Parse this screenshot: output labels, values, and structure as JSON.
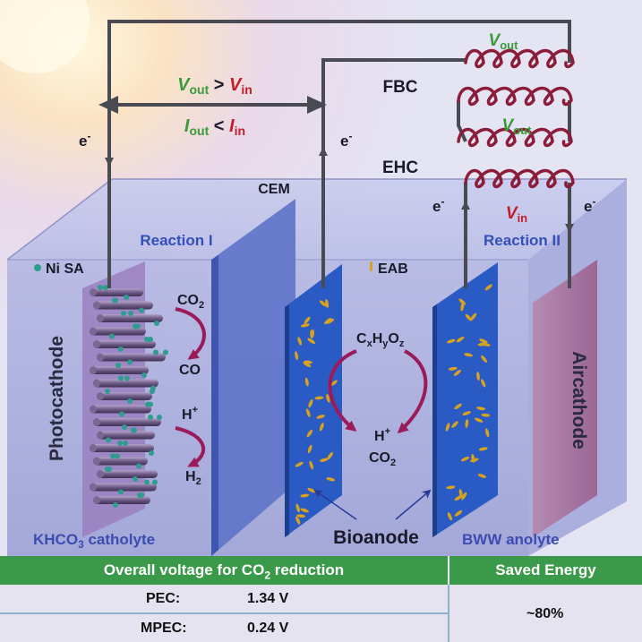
{
  "labels": {
    "v_out": "V",
    "v_out_sub": "out",
    "v_in": "V",
    "v_in_sub": "in",
    "i_out": "I",
    "i_out_sub": "out",
    "i_in": "I",
    "i_in_sub": "in",
    "gt": " > ",
    "lt": " < ",
    "electron": "e",
    "electron_sup": "-",
    "fbc": "FBC",
    "ehc": "EHC",
    "cem": "CEM",
    "reaction_1": "Reaction I",
    "reaction_2": "Reaction II",
    "ni_sa": "Ni SA",
    "eab": "EAB",
    "photocathode": "Photocathode",
    "aircathode": "Aircathode",
    "bioanode": "Bioanode",
    "co2": "CO",
    "co2_sub": "2",
    "co": "CO",
    "h_plus": "H",
    "h_plus_sup": "+",
    "h2": "H",
    "h2_sub": "2",
    "substrate_c": "C",
    "substrate_x": "x",
    "substrate_h": "H",
    "substrate_y": "y",
    "substrate_o": "O",
    "substrate_z": "z",
    "catholyte_pre": "KHCO",
    "catholyte_sub": "3",
    "catholyte_post": " catholyte",
    "anolyte": "BWW anolyte"
  },
  "colors": {
    "v_out": "#3a9a3a",
    "v_in": "#c21e2a",
    "coil": "#8b1d3a",
    "wire": "#4a4a52",
    "reaction_label": "#3450b8",
    "tank_face": "#a9aedb",
    "electrode_blue": "#2a5bc4",
    "photocathode": "#9a7fbf",
    "aircathode": "#a36d9a",
    "arrow_reaction": "#9b1b5a",
    "table_header": "#3b9a4a",
    "table_cell": "#e4e3ef"
  },
  "table": {
    "header_1_pre": "Overall voltage for CO",
    "header_1_sub": "2",
    "header_1_post": " reduction",
    "header_2": "Saved Energy",
    "rows": [
      {
        "label": "PEC:",
        "value": "1.34 V"
      },
      {
        "label": "MPEC:",
        "value": "0.24 V"
      }
    ],
    "saved_energy": "~80%"
  }
}
